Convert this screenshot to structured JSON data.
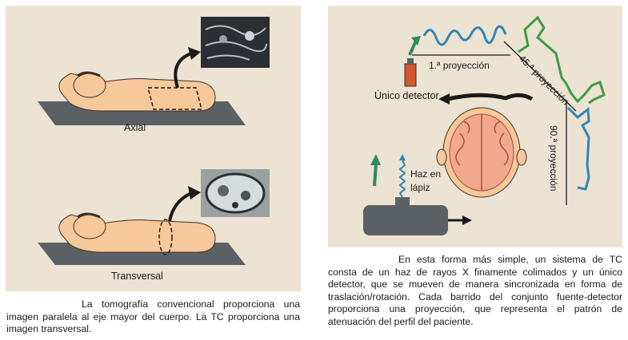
{
  "left_figure": {
    "label_axial": "Axial",
    "label_transversal": "Transversal"
  },
  "left_caption": "La tomografía convencional proporciona una imagen paralela al eje mayor del cuerpo. La TC proporciona una imagen transversal.",
  "right_figure": {
    "label_projection_1": "1.ª proyección",
    "label_projection_45": "45.ª proyección",
    "label_projection_90": "90.ª proyección",
    "label_detector": "Único detector",
    "label_beam_line1": "Haz en",
    "label_beam_line2": "lápiz"
  },
  "right_caption": "En esta forma más simple, un sistema de TC consta de un haz de rayos X finamente colimados y un único detector, que se mueven de manera sincronizada en forma de traslación/rotación. Cada barrido del conjunto fuente-detector proporciona una proyección, que representa el patrón de atenuación del perfil del paciente.",
  "colors": {
    "panel_bg": "#ece3d2",
    "projection_blue": "#2f86b7",
    "projection_green": "#3f9a49",
    "arrow_green": "#2f8a5c",
    "skin": "#f7c89a",
    "brain": "#f2a78f",
    "detector_red": "#d4562c",
    "table_gray": "#5b6065"
  }
}
